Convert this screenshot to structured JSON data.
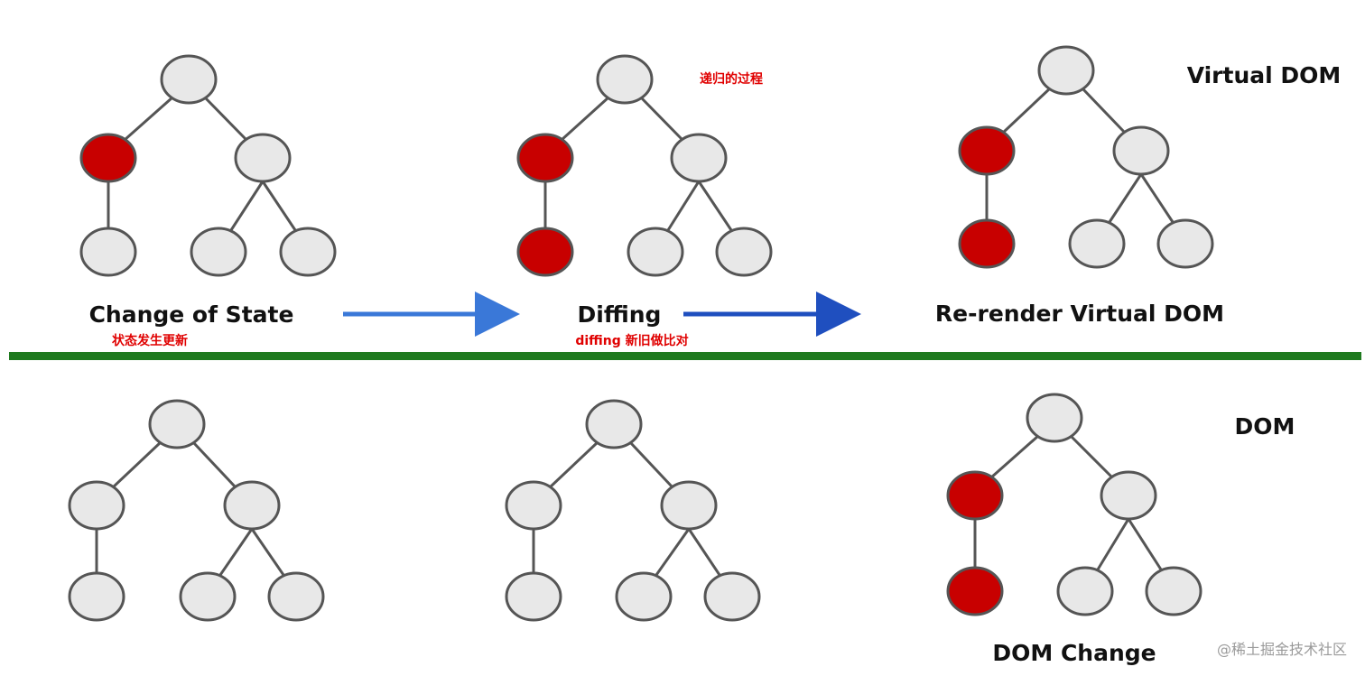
{
  "colors": {
    "node_default": "#e8e8e8",
    "node_changed": "#c80000",
    "node_stroke": "#555555",
    "divider": "#1f7a1f",
    "arrow_1": "#3a78d8",
    "arrow_2": "#1f4fbf",
    "label_red": "#e00000"
  },
  "sections": {
    "virtual_dom_title": "Virtual DOM",
    "dom_title": "DOM"
  },
  "steps": {
    "change_of_state": "Change of State",
    "change_of_state_note": "状态发生更新",
    "diffing": "Diffing",
    "diffing_note": "diffing 新旧做比对",
    "diffing_recursive_note": "递归的过程",
    "rerender": "Re-render Virtual DOM",
    "dom_change": "DOM Change"
  },
  "trees": [
    {
      "id": "vdom-1",
      "changed": [
        "left",
        "left-child"
      ],
      "highlighted": [
        "left"
      ]
    },
    {
      "id": "vdom-2",
      "changed": [
        "left",
        "left-child"
      ],
      "highlighted": [
        "left",
        "left-child"
      ]
    },
    {
      "id": "vdom-3",
      "changed": [
        "left",
        "left-child"
      ],
      "highlighted": [
        "left",
        "left-child"
      ]
    },
    {
      "id": "dom-1",
      "highlighted": []
    },
    {
      "id": "dom-2",
      "highlighted": []
    },
    {
      "id": "dom-3",
      "highlighted": [
        "left",
        "left-child"
      ]
    }
  ],
  "watermark": "@稀土掘金技术社区"
}
